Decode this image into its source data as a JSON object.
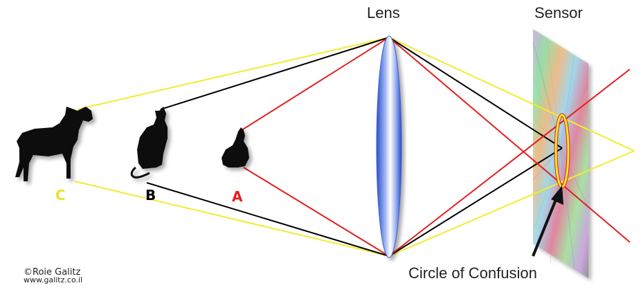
{
  "labels": {
    "lens": "Lens",
    "sensor": "Sensor",
    "circle_of_confusion": "Circle of Confusion",
    "a": "A",
    "b": "B",
    "c": "C"
  },
  "credit": {
    "line1": "©Roie Galitz",
    "line2": "www.galitz.co.il"
  },
  "subjects": [
    {
      "letter": "A",
      "animal": "rabbit-icon",
      "ray_color": "#e41e1e"
    },
    {
      "letter": "B",
      "animal": "cat-icon",
      "ray_color": "#000000"
    },
    {
      "letter": "C",
      "animal": "dog-icon",
      "ray_color": "#f2ec2c"
    }
  ],
  "colors": {
    "ray_a": "#e41e1e",
    "ray_b": "#000000",
    "ray_c": "#f2ec2c",
    "label_a": "#e41e1e",
    "label_b": "#000000",
    "label_c": "#e8e22a",
    "lens": "#5a7fe0",
    "circle": "#f2ec2c",
    "circle_outline": "#e41e1e"
  }
}
